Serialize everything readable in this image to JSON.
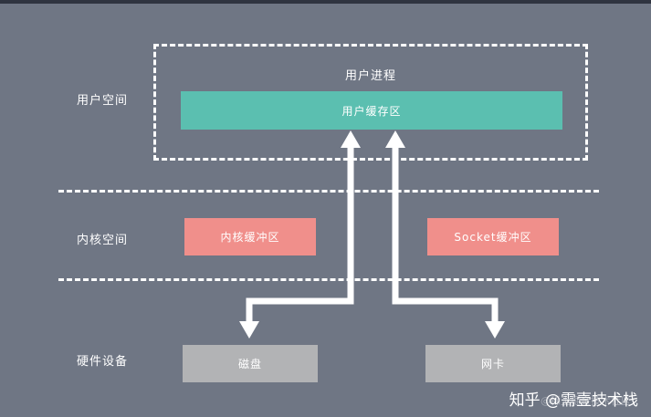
{
  "layers": {
    "user_space": "用户空间",
    "kernel_space": "内核空间",
    "hardware": "硬件设备"
  },
  "user_process": {
    "title": "用户进程",
    "buffer": "用户缓存区"
  },
  "kernel": {
    "kernel_buffer": "内核缓冲区",
    "socket_buffer": "Socket缓冲区"
  },
  "devices": {
    "disk": "磁盘",
    "nic": "网卡"
  },
  "watermark": {
    "main": "知乎 @需壹技术栈",
    "sub": "@稀土掘金技术社区"
  },
  "colors": {
    "background": "#6f7684",
    "user_buffer": "#5bbfb0",
    "kernel_buffer": "#f08f8b",
    "device": "#b2b3b5",
    "lines": "#ffffff"
  }
}
